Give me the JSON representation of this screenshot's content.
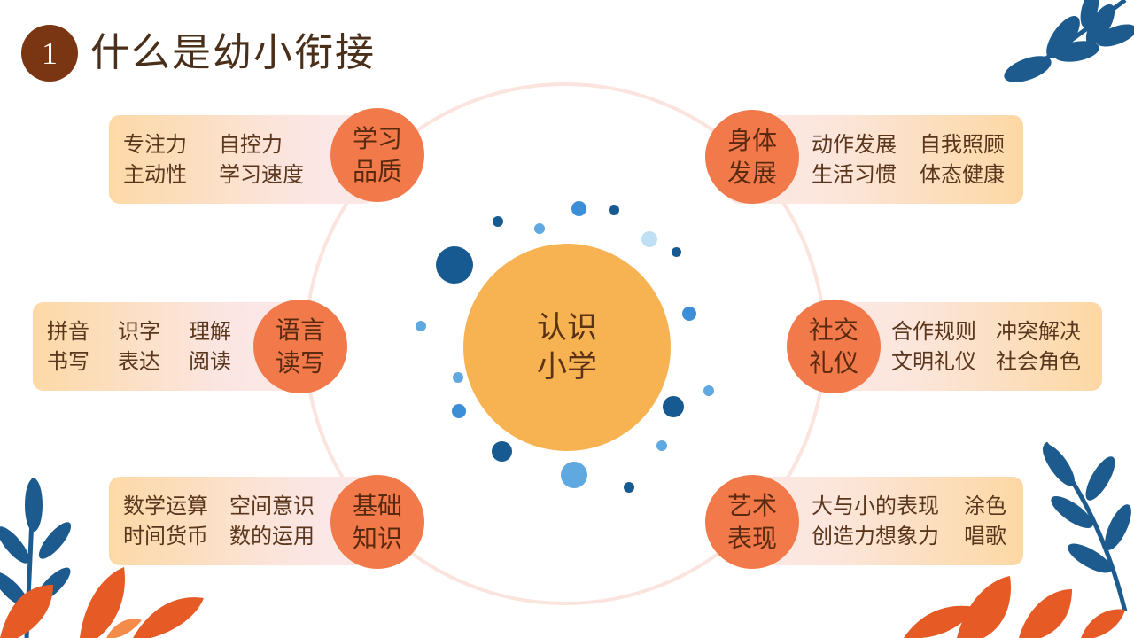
{
  "header": {
    "number": "1",
    "title": "什么是幼小衔接"
  },
  "center": {
    "line1": "认识",
    "line2": "小学"
  },
  "categories": {
    "learning": {
      "line1": "学习",
      "line2": "品质",
      "items": [
        [
          "专注力",
          "自控力"
        ],
        [
          "主动性",
          "学习速度"
        ]
      ]
    },
    "language": {
      "line1": "语言",
      "line2": "读写",
      "items": [
        [
          "拼音",
          "识字",
          "理解"
        ],
        [
          "书写",
          "表达",
          "阅读"
        ]
      ]
    },
    "knowledge": {
      "line1": "基础",
      "line2": "知识",
      "items": [
        [
          "数学运算",
          "空间意识"
        ],
        [
          "时间货币",
          "数的运用"
        ]
      ]
    },
    "body": {
      "line1": "身体",
      "line2": "发展",
      "items": [
        [
          "动作发展",
          "自我照顾"
        ],
        [
          "生活习惯",
          "体态健康"
        ]
      ]
    },
    "social": {
      "line1": "社交",
      "line2": "礼仪",
      "items": [
        [
          "合作规则",
          "冲突解决"
        ],
        [
          "文明礼仪",
          "社会角色"
        ]
      ]
    },
    "art": {
      "line1": "艺术",
      "line2": "表现",
      "items": [
        [
          "大与小的表现",
          "涂色"
        ],
        [
          "创造力想象力",
          "唱歌"
        ]
      ]
    }
  },
  "colors": {
    "badge": "#7a3512",
    "title_text": "#4a2f1a",
    "center_circle": "#f7b352",
    "category_circle": "#f27a4a",
    "ring": "#fbe3de",
    "leaf_blue": "#1d5a8e",
    "leaf_orange": "#e55a25",
    "dot_dark_blue": "#175a92",
    "dot_mid_blue": "#3c8fd6",
    "dot_light_blue": "#bfe0f4"
  },
  "icons": [
    "blue-leaf-branch-icon",
    "orange-leaf-icon"
  ]
}
